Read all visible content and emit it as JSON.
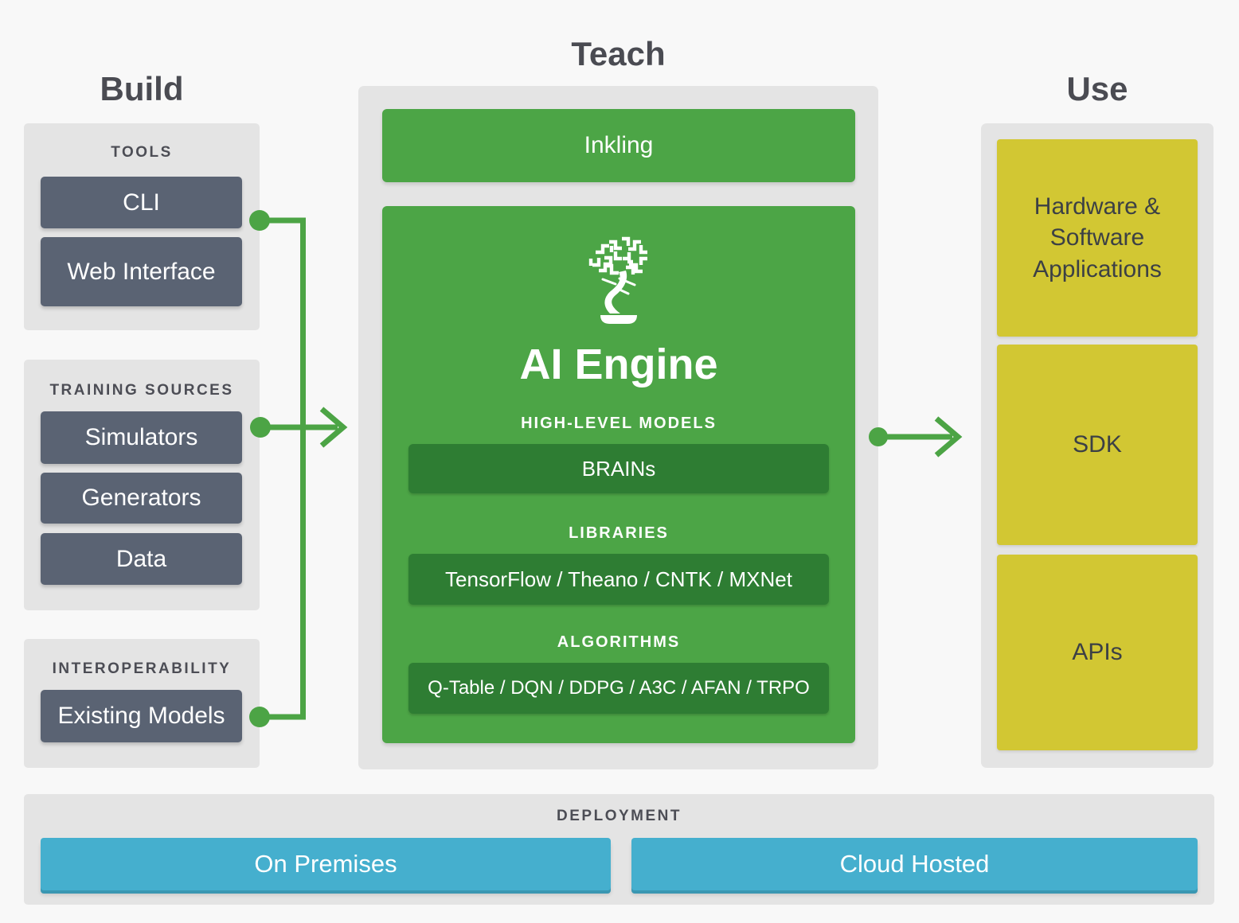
{
  "colors": {
    "background": "#f8f8f8",
    "panel_gray": "#e4e4e4",
    "green": "#4ca546",
    "dark_green": "#2e7d33",
    "slate": "#5a6373",
    "yellow": "#d2c733",
    "blue": "#45afce",
    "title_text": "#4a4b52",
    "label_text": "#4c4d55",
    "connector_green": "#4ca445"
  },
  "icons": {
    "engine_logo": "bonsai-tree-icon"
  },
  "build": {
    "title": "Build",
    "groups": [
      {
        "label": "TOOLS",
        "items": [
          "CLI",
          "Web Interface"
        ]
      },
      {
        "label": "TRAINING SOURCES",
        "items": [
          "Simulators",
          "Generators",
          "Data"
        ]
      },
      {
        "label": "INTEROPERABILITY",
        "items": [
          "Existing Models"
        ]
      }
    ]
  },
  "teach": {
    "title": "Teach",
    "inkling_label": "Inkling",
    "engine": {
      "title": "AI Engine",
      "sections": [
        {
          "label": "HIGH-LEVEL MODELS",
          "value": "BRAINs"
        },
        {
          "label": "LIBRARIES",
          "value": "TensorFlow / Theano / CNTK / MXNet"
        },
        {
          "label": "ALGORITHMS",
          "value": "Q-Table / DQN / DDPG / A3C / AFAN / TRPO"
        }
      ]
    }
  },
  "use": {
    "title": "Use",
    "items": [
      "Hardware & Software Applications",
      "SDK",
      "APIs"
    ]
  },
  "deployment": {
    "label": "DEPLOYMENT",
    "items": [
      "On Premises",
      "Cloud Hosted"
    ]
  }
}
